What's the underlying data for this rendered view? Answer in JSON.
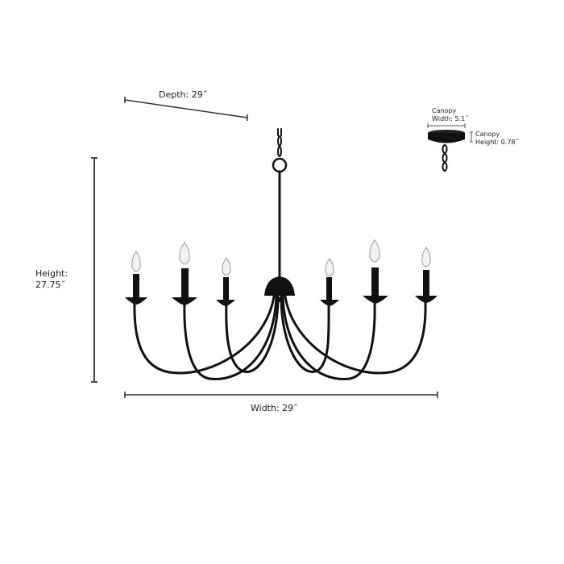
{
  "diagram": {
    "subject": "Six-light chandelier",
    "colors": {
      "metal": "#111111",
      "dimension_line": "#333333",
      "background": "#ffffff",
      "bulb": "#f2f2f2"
    },
    "dimensions": {
      "depth": {
        "label": "Depth: 29˝"
      },
      "height": {
        "label_line1": "Height:",
        "label_line2": "27.75˝"
      },
      "width": {
        "label": "Width: 29˝"
      },
      "canopy_width": {
        "label_line1": "Canopy",
        "label_line2": "Width: 5.1˝"
      },
      "canopy_height": {
        "label_line1": "Canopy",
        "label_line2": "Height: 0.78˝"
      }
    },
    "arms_count": 6
  }
}
